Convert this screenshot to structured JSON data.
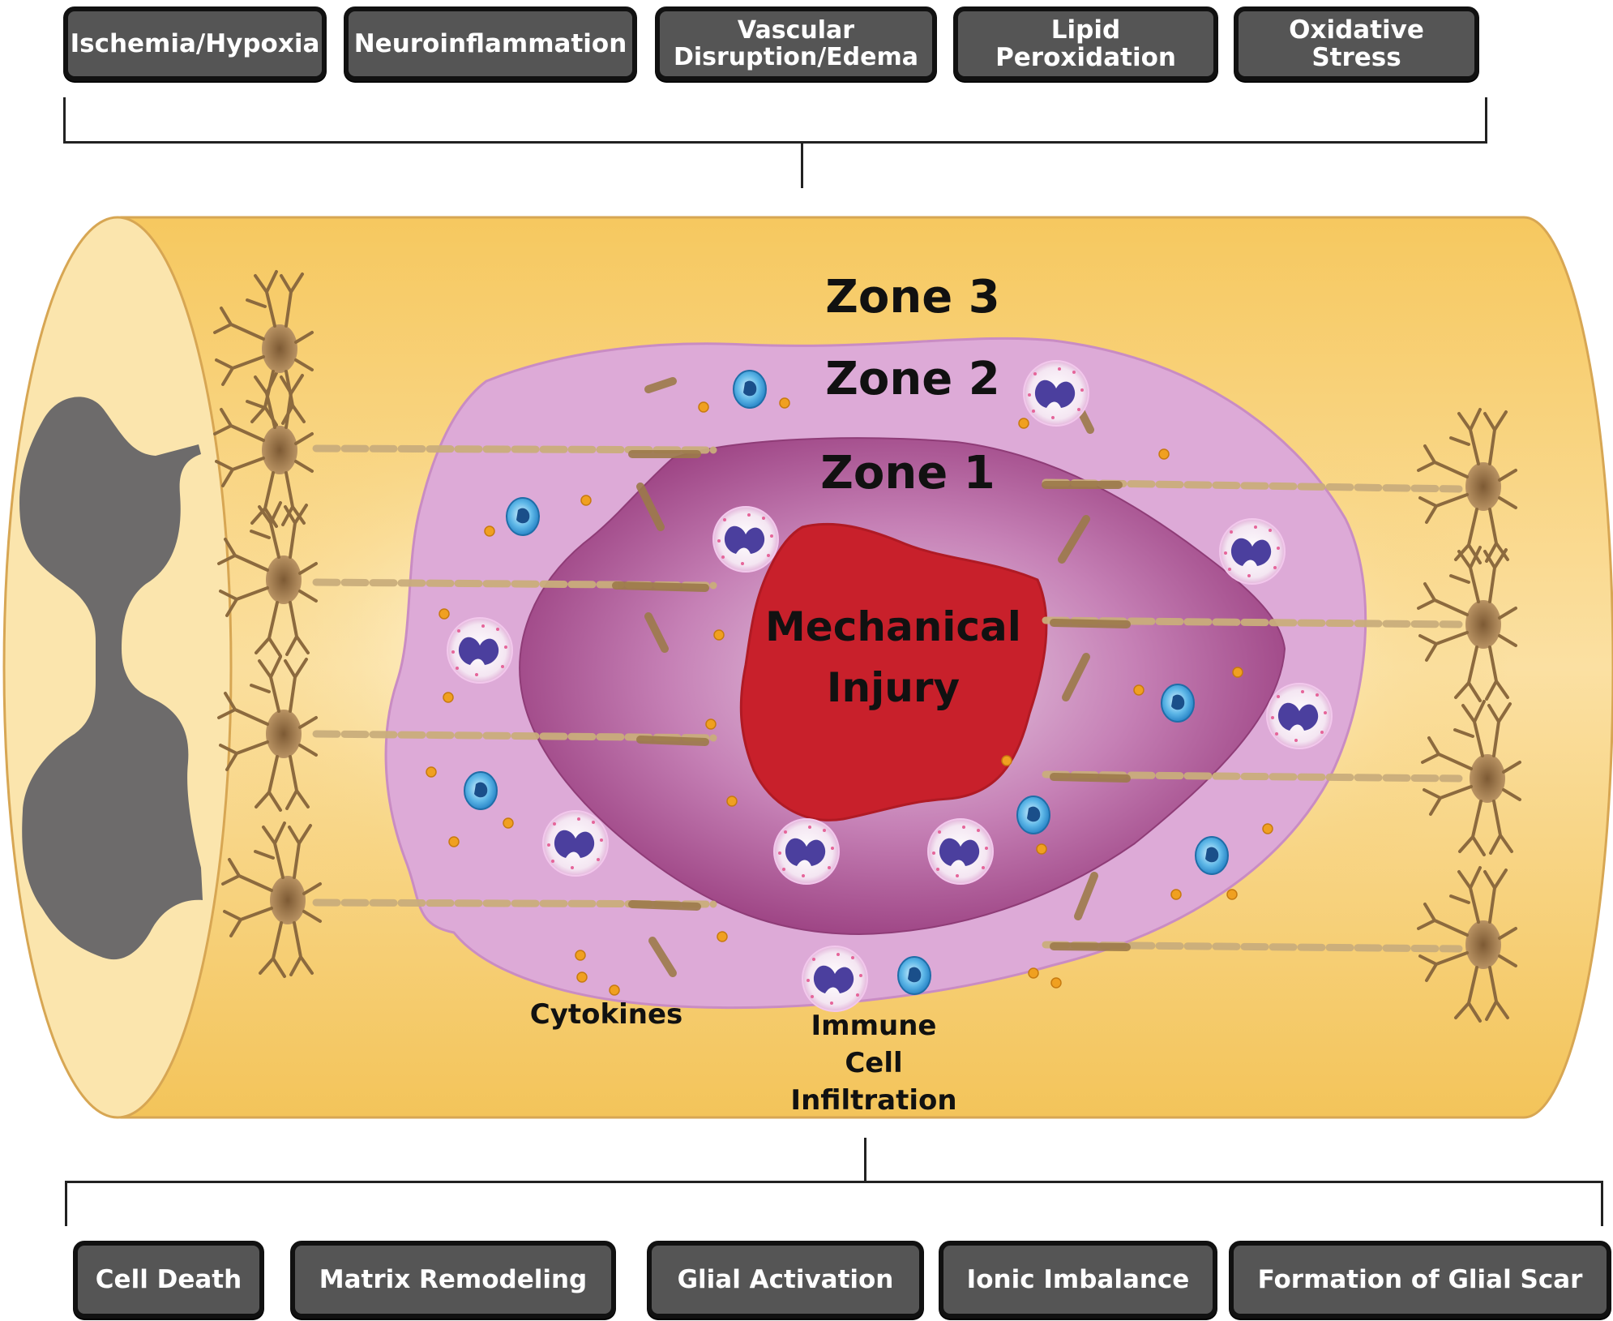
{
  "top_factors": [
    "Ischemia/Hypoxia",
    "Neuroinflammation",
    "Vascular\nDisruption/Edema",
    "Lipid Peroxidation",
    "Oxidative Stress"
  ],
  "zones": {
    "zone3": "Zone 3",
    "zone2": "Zone 2",
    "zone1": "Zone 1"
  },
  "center_label": {
    "line1": "Mechanical",
    "line2": "Injury"
  },
  "cytokines_label": "Cytokines",
  "immune_label": {
    "line1": "Immune",
    "line2": "Cell",
    "line3": "Infiltration"
  },
  "bottom_outcomes": [
    "Cell Death",
    "Matrix Remodeling",
    "Glial Activation",
    "Ionic Imbalance",
    "Formation of Glial Scar"
  ],
  "colors": {
    "box_fill": "#555555",
    "box_border": "#111111",
    "cord": "#f5cb6a",
    "zone2": "#dcaad6",
    "zone1": "#a7558f",
    "injury": "#c8202b",
    "grey_matter": "#6d6b6b",
    "neuron": "#9a7446",
    "immune_cell": "#4a4aa0",
    "blue_cell": "#3a9fd8",
    "cytokine": "#f0a020"
  },
  "icons": [
    "neuron-icon",
    "neutrophil-icon",
    "monocyte-icon",
    "cytokine-dot-icon",
    "axon-fragment-icon"
  ]
}
